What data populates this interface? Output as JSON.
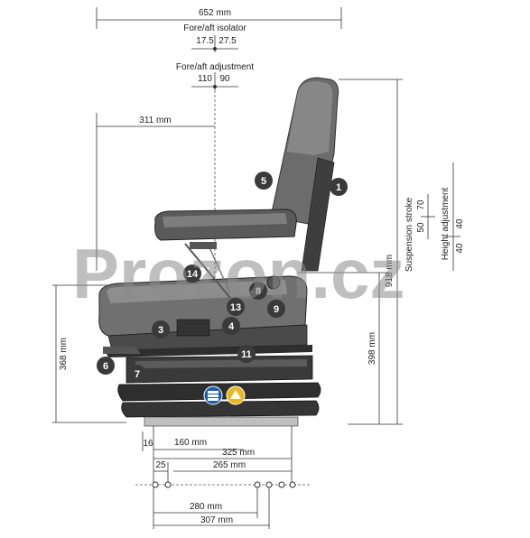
{
  "watermark": "Prozon.cz",
  "dimensions": {
    "width_total": "652 mm",
    "fore_aft_isolator_label": "Fore/aft isolator",
    "fore_aft_isolator_left": "17.5",
    "fore_aft_isolator_right": "27.5",
    "fore_aft_adjustment_label": "Fore/aft adjustment",
    "fore_aft_adjustment_left": "110",
    "fore_aft_adjustment_right": "90",
    "backrest_depth": "311 mm",
    "total_height": "918 mm",
    "suspension_stroke_label": "Suspension stroke",
    "suspension_stroke_50": "50",
    "suspension_stroke_70": "70",
    "height_adjustment_label": "Height adjustment",
    "height_adjustment_top": "40",
    "height_adjustment_bottom": "40",
    "seat_height_left": "368 mm",
    "seat_height_right": "398 mm",
    "base_offset": "16",
    "base_160": "160 mm",
    "base_325": "325 mm",
    "rail_25": "25",
    "rail_265": "265 mm",
    "rail_280": "280 mm",
    "rail_307": "307 mm"
  },
  "callouts": [
    "1",
    "3",
    "4",
    "5",
    "6",
    "7",
    "8",
    "9",
    "11",
    "13",
    "14"
  ],
  "colors": {
    "badge": "#3a3a3a",
    "seat_dark": "#4a4a4a",
    "seat_mid": "#7a7a7a",
    "seat_light": "#c8c8c8",
    "icon_blue": "#1f5fa8",
    "icon_yellow": "#e8b81e"
  },
  "icons": [
    "air-suspension-icon",
    "compressor-icon"
  ]
}
